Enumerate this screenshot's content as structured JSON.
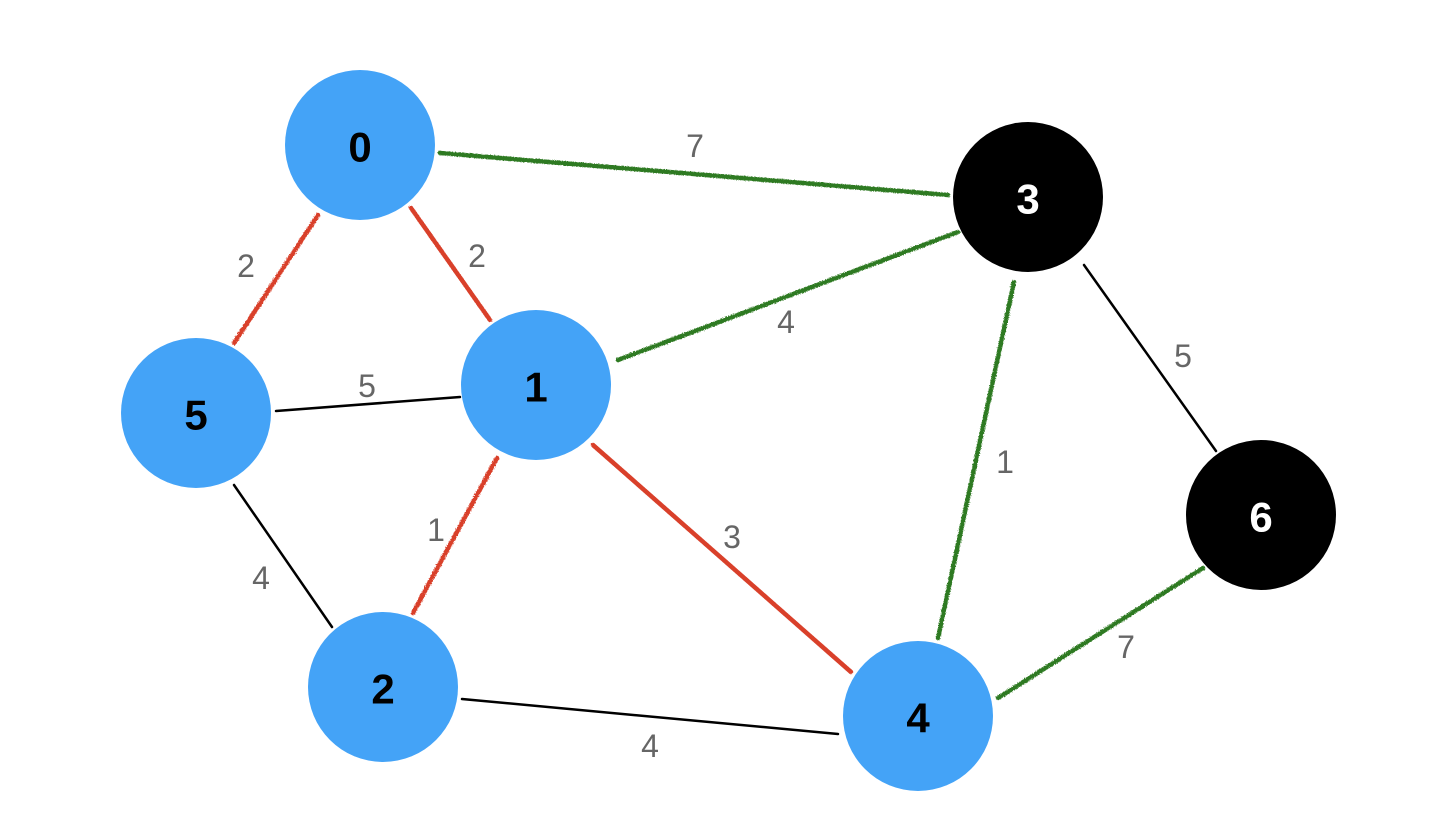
{
  "colors": {
    "visited_node": "#44a3f7",
    "unvisited_node": "#000000",
    "visited_label": "#000000",
    "unvisited_label": "#ffffff",
    "mst_edge": "#d9402c",
    "candidate_edge": "#2f7a22",
    "plain_edge": "#000000",
    "weight_text": "#666666"
  },
  "nodes": [
    {
      "id": "0",
      "label": "0",
      "state": "visited"
    },
    {
      "id": "1",
      "label": "1",
      "state": "visited"
    },
    {
      "id": "2",
      "label": "2",
      "state": "visited"
    },
    {
      "id": "3",
      "label": "3",
      "state": "unvisited"
    },
    {
      "id": "4",
      "label": "4",
      "state": "visited"
    },
    {
      "id": "5",
      "label": "5",
      "state": "visited"
    },
    {
      "id": "6",
      "label": "6",
      "state": "unvisited"
    }
  ],
  "edges": [
    {
      "from": "0",
      "to": "3",
      "weight": "7",
      "style": "candidate"
    },
    {
      "from": "0",
      "to": "5",
      "weight": "2",
      "style": "mst"
    },
    {
      "from": "0",
      "to": "1",
      "weight": "2",
      "style": "mst"
    },
    {
      "from": "1",
      "to": "3",
      "weight": "4",
      "style": "candidate"
    },
    {
      "from": "5",
      "to": "1",
      "weight": "5",
      "style": "plain"
    },
    {
      "from": "3",
      "to": "6",
      "weight": "5",
      "style": "plain"
    },
    {
      "from": "3",
      "to": "4",
      "weight": "1",
      "style": "candidate"
    },
    {
      "from": "1",
      "to": "2",
      "weight": "1",
      "style": "mst"
    },
    {
      "from": "1",
      "to": "4",
      "weight": "3",
      "style": "mst"
    },
    {
      "from": "5",
      "to": "2",
      "weight": "4",
      "style": "plain"
    },
    {
      "from": "4",
      "to": "6",
      "weight": "7",
      "style": "candidate"
    },
    {
      "from": "2",
      "to": "4",
      "weight": "4",
      "style": "plain"
    }
  ]
}
